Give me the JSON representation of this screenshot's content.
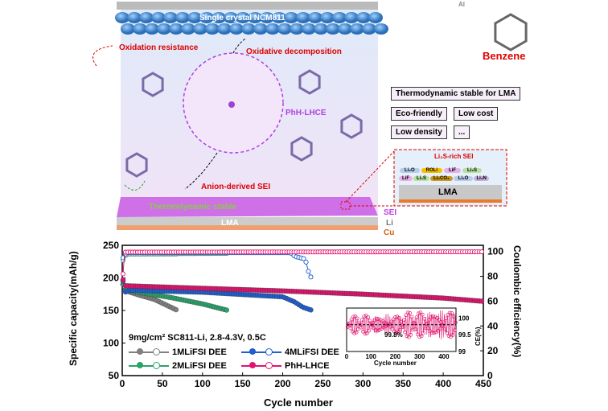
{
  "diagram": {
    "al_label": "Al",
    "cathode_label": "Single crystal NCM811",
    "oxidation_resistance": "Oxidation resistance",
    "oxidative_decomposition": "Oxidative decomposition",
    "solvation_label": "PhH-LHCE",
    "anion_sei": "Anion-derived SEI",
    "thermo_stable": "Thermodynamic stable",
    "lma_label": "LMA",
    "sei_label": "SEI",
    "li_label": "Li",
    "cu_label": "Cu",
    "benzene_title": "Benzene",
    "properties": [
      "Thermodynamic stable for LMA",
      "Eco-friendly",
      "Low cost",
      "Low density",
      "..."
    ],
    "inset": {
      "title": "Li₂S-rich SEI",
      "row1": [
        "Li₂O",
        "ROLi",
        "LiF",
        "Li₂S"
      ],
      "row2": [
        "LiF",
        "Li₂S",
        "Li₂CO₃",
        "Li₂O",
        "Li₃N"
      ],
      "base": "LMA"
    }
  },
  "chart_data": {
    "type": "scatter",
    "xlabel": "Cycle number",
    "ylabel": "Specific capacity(mAh/g)",
    "y2label": "Coulombic efficiency(%)",
    "xlim": [
      0,
      450
    ],
    "ylim": [
      50,
      250
    ],
    "y2lim": [
      0,
      105
    ],
    "xticks": [
      0,
      50,
      100,
      150,
      200,
      250,
      300,
      350,
      400,
      450
    ],
    "yticks": [
      50,
      100,
      150,
      200,
      250
    ],
    "y2ticks": [
      0,
      20,
      40,
      60,
      80,
      100
    ],
    "annotation": "9mg/cm² SC811-Li, 2.8-4.3V, 0.5C",
    "series": [
      {
        "name": "1MLiFSI DEE",
        "color": "#808080",
        "capacity": [
          [
            1,
            190
          ],
          [
            5,
            180
          ],
          [
            20,
            174
          ],
          [
            40,
            167
          ],
          [
            69,
            150
          ]
        ],
        "ce": [
          [
            1,
            95
          ],
          [
            5,
            98
          ],
          [
            69,
            98
          ]
        ]
      },
      {
        "name": "2MLiFSI DEE",
        "color": "#2aa36b",
        "capacity": [
          [
            1,
            190
          ],
          [
            5,
            180
          ],
          [
            20,
            178
          ],
          [
            60,
            170
          ],
          [
            100,
            160
          ],
          [
            132,
            150
          ]
        ],
        "ce": [
          [
            1,
            93
          ],
          [
            5,
            98
          ],
          [
            132,
            98.5
          ]
        ]
      },
      {
        "name": "4MLiFSI DEE",
        "color": "#1f5fd0",
        "capacity": [
          [
            1,
            195
          ],
          [
            3,
            178
          ],
          [
            10,
            181
          ],
          [
            100,
            178
          ],
          [
            200,
            171
          ],
          [
            215,
            163
          ],
          [
            225,
            155
          ],
          [
            237,
            150
          ]
        ],
        "ce": [
          [
            1,
            95
          ],
          [
            5,
            99
          ],
          [
            210,
            99
          ],
          [
            215,
            96
          ],
          [
            228,
            94
          ],
          [
            232,
            84
          ],
          [
            236,
            78
          ]
        ]
      },
      {
        "name": "PhH-LHCE",
        "color": "#e0146e",
        "capacity": [
          [
            1,
            197
          ],
          [
            3,
            188
          ],
          [
            50,
            186
          ],
          [
            100,
            184
          ],
          [
            200,
            180
          ],
          [
            300,
            175
          ],
          [
            400,
            169
          ],
          [
            450,
            164
          ]
        ],
        "ce": [
          [
            1,
            82
          ],
          [
            3,
            99.5
          ],
          [
            448,
            99.8
          ],
          [
            450,
            97
          ]
        ]
      }
    ],
    "inset": {
      "xlabel": "Cycle number",
      "ylabel": "CE(%)",
      "xlim": [
        0,
        450
      ],
      "ylim": [
        99,
        100.3
      ],
      "xticks": [
        0,
        100,
        200,
        300,
        400
      ],
      "yticks": [
        99,
        99.5,
        100
      ],
      "annotation": "99.8%",
      "mean": 99.8
    }
  }
}
